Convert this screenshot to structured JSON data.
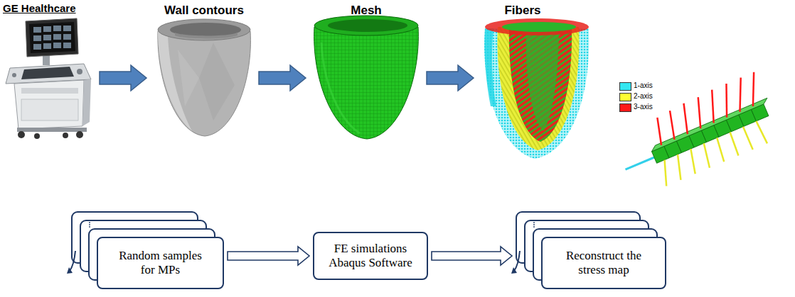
{
  "diagram": {
    "nodes": [
      {
        "text": [
          "Random samples for MPs"
        ]
      },
      {
        "text": [
          "FE simulations Abaqus Software"
        ]
      },
      {
        "text": [
          "Reconstruct the stress map"
        ]
      }
    ],
    "edges": [
      {
        "from": 0,
        "to": 1,
        "arrow": "to"
      },
      {
        "from": 1,
        "to": 2,
        "arrow": "to"
      }
    ],
    "labels": [
      "GE Healthcare",
      "Wall contours",
      "Mesh",
      "Fibers"
    ],
    "legend": [
      {
        "text": "1-axis",
        "color": "#33e6f0"
      },
      {
        "text": "2-axis",
        "color": "#ffff33"
      },
      {
        "text": "3-axis",
        "color": "#ff1a1a"
      }
    ]
  }
}
